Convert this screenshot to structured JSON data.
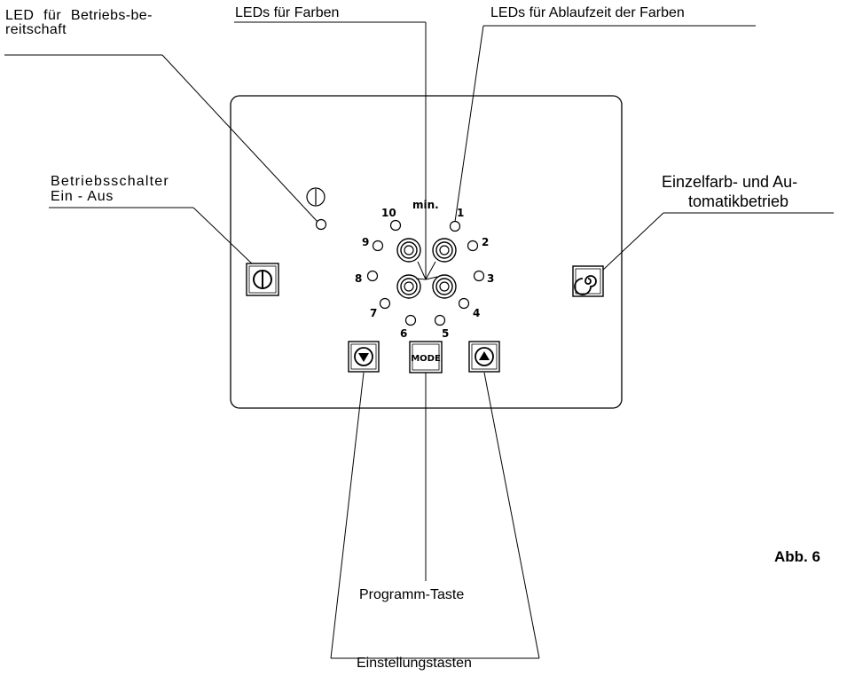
{
  "labels": {
    "led_ready_line1": "LED für Betriebs-be-",
    "led_ready_line2": "reitschaft",
    "leds_colors": "LEDs für Farben",
    "leds_runtime": "LEDs für Ablaufzeit der Farben",
    "power_switch_line1": "Betriebsschalter",
    "power_switch_line2": "Ein - Aus",
    "mode_line1": "Einzelfarb- und Au-",
    "mode_line2": "tomatikbetrieb",
    "program_key": "Programm-Taste",
    "setting_keys": "Einstellungstasten",
    "figure_ref": "Abb. 6"
  },
  "panel": {
    "min_label": "min.",
    "mode_button_label": "MODE",
    "timer_numbers": [
      "1",
      "2",
      "3",
      "4",
      "5",
      "6",
      "7",
      "8",
      "9",
      "10"
    ]
  },
  "icons": {
    "power": "power-icon",
    "mode_spiral": "spiral-icon",
    "down": "triangle-down-icon",
    "up": "triangle-up-icon"
  }
}
